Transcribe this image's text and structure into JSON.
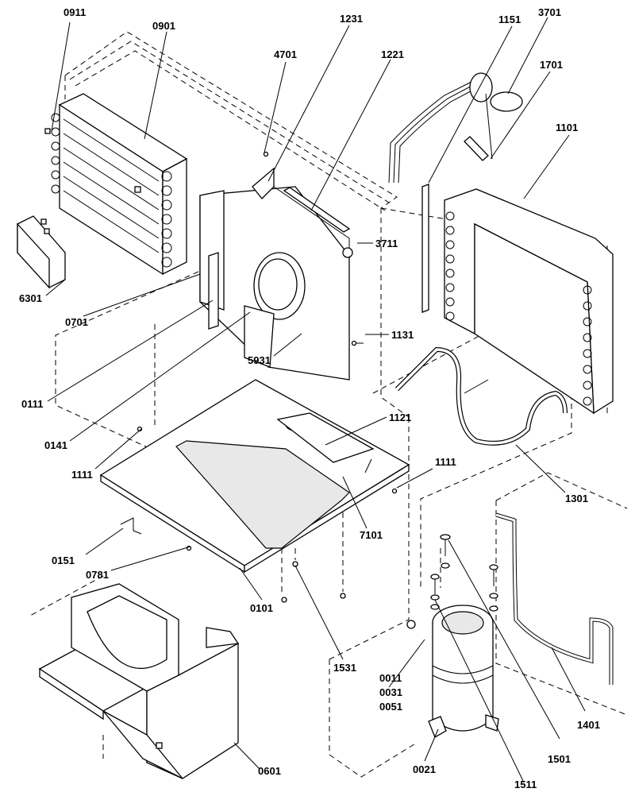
{
  "labels": {
    "l0911": "0911",
    "l0901": "0901",
    "l1231": "1231",
    "l4701": "4701",
    "l1221": "1221",
    "l1151": "1151",
    "l3701": "3701",
    "l1701": "1701",
    "l1101": "1101",
    "l3711": "3711",
    "l6301": "6301",
    "l0701": "0701",
    "l1131": "1131",
    "l5931": "5931",
    "l0111": "0111",
    "l1121": "1121",
    "l0141": "0141",
    "l1111a": "1111",
    "l1111b": "1111",
    "l1301": "1301",
    "l7101": "7101",
    "l0151": "0151",
    "l0781": "0781",
    "l0101": "0101",
    "l1531": "1531",
    "l0011": "0011",
    "l0031": "0031",
    "l0051": "0051",
    "l1401": "1401",
    "l1501": "1501",
    "l0601": "0601",
    "l0021": "0021",
    "l1511": "1511"
  }
}
